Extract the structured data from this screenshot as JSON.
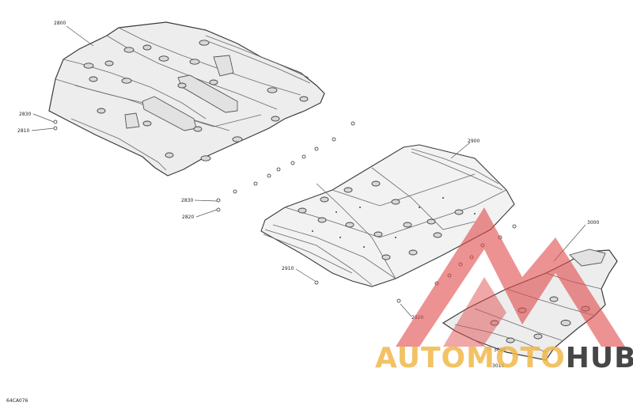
{
  "part_labels": {
    "p2800": "2800",
    "p2830a": "2830",
    "p2810": "2810",
    "p2830b": "2830",
    "p2820": "2820",
    "p2900": "2900",
    "p2910": "2910",
    "p3000": "3000",
    "p2920": "2920",
    "p3020": "3020",
    "p3010": "3010"
  },
  "figure_code": "64CA076",
  "watermark": {
    "text_a": "AUTO",
    "text_b": "MOTO",
    "text_c": "HUB",
    "color_accent": "#e04a4a",
    "color_text": "#f0b84a"
  }
}
